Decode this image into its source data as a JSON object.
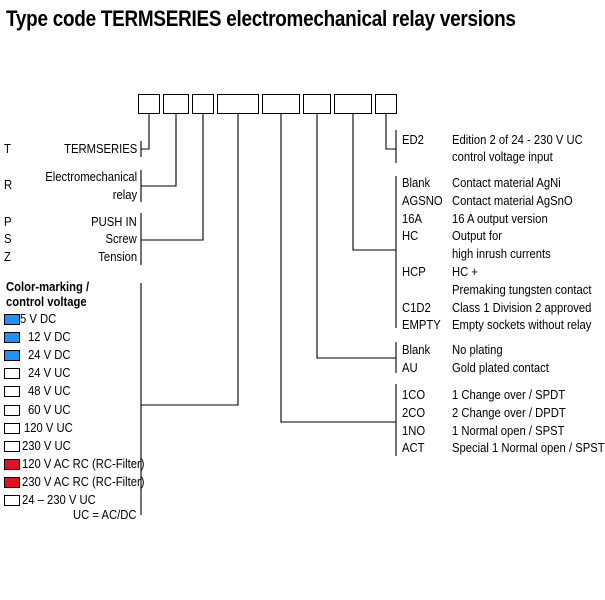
{
  "title": "Type code TERMSERIES electromechanical relay versions",
  "colors": {
    "blue": "#1e90ff",
    "red": "#e0141e",
    "white": "#ffffff"
  },
  "left_codes": {
    "t": "T",
    "r": "R",
    "p": "P",
    "s": "S",
    "z": "Z"
  },
  "left_labels": {
    "termseries": "TERMSERIES",
    "electromechanical": "Electromechanical",
    "relay": "relay",
    "push_in": "PUSH IN",
    "screw": "Screw",
    "tension": "Tension"
  },
  "color_heading_1": "Color-marking /",
  "color_heading_2": "control voltage",
  "voltages": [
    {
      "label": "5 V DC",
      "color": "#1e90ff"
    },
    {
      "label": "12 V DC",
      "color": "#1e90ff"
    },
    {
      "label": "24 V DC",
      "color": "#1e90ff"
    },
    {
      "label": "24 V UC",
      "color": "#ffffff"
    },
    {
      "label": "48 V UC",
      "color": "#ffffff"
    },
    {
      "label": "60 V UC",
      "color": "#ffffff"
    },
    {
      "label": "120 V UC",
      "color": "#ffffff"
    },
    {
      "label": "230 V UC",
      "color": "#ffffff"
    },
    {
      "label": "120 V AC RC (RC-Filter)",
      "color": "#e0141e"
    },
    {
      "label": "230 V AC RC (RC-Filter)",
      "color": "#e0141e"
    },
    {
      "label": "24 – 230 V UC",
      "color": "#ffffff"
    }
  ],
  "uc_note": "UC = AC/DC",
  "edition": {
    "code": "ED2",
    "desc1": "Edition 2 of 24 - 230 V UC",
    "desc2": "control voltage input"
  },
  "contact_options": [
    {
      "code": "Blank",
      "desc": "Contact material AgNi"
    },
    {
      "code": "AGSNO",
      "desc": "Contact material AgSnO"
    },
    {
      "code": "16A",
      "desc": "16 A output version"
    },
    {
      "code": "HC",
      "desc": "Output for"
    },
    {
      "code": "",
      "desc": "high inrush currents"
    },
    {
      "code": "HCP",
      "desc": "HC +"
    },
    {
      "code": "",
      "desc": "Premaking tungsten contact"
    },
    {
      "code": "C1D2",
      "desc": "Class 1 Division 2 approved"
    },
    {
      "code": "EMPTY",
      "desc": "Empty sockets without relay"
    }
  ],
  "plating_options": [
    {
      "code": "Blank",
      "desc": "No plating"
    },
    {
      "code": "AU",
      "desc": "Gold plated contact"
    }
  ],
  "contact_types": [
    {
      "code": "1CO",
      "desc": "1 Change over / SPDT"
    },
    {
      "code": "2CO",
      "desc": "2 Change over / DPDT"
    },
    {
      "code": "1NO",
      "desc": "1 Normal open / SPST"
    },
    {
      "code": "ACT",
      "desc": "Special 1 Normal open / SPST"
    }
  ]
}
